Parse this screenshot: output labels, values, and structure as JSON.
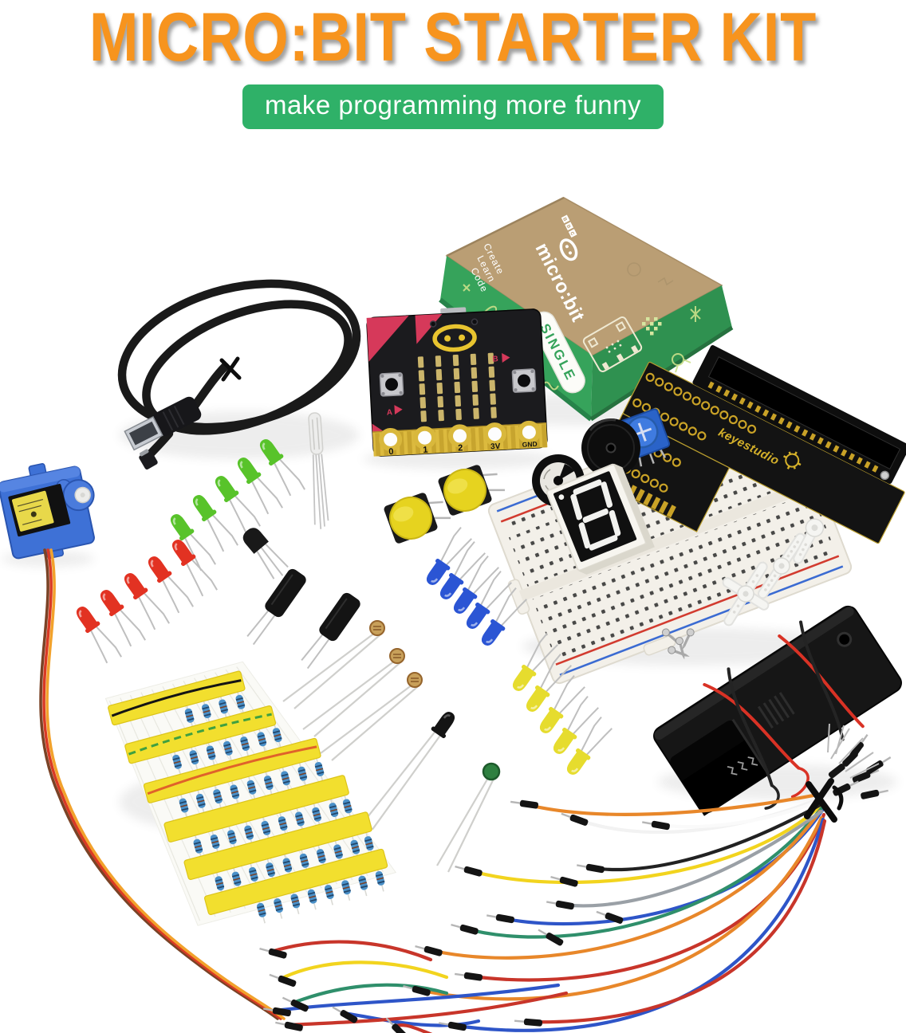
{
  "header": {
    "title": "MICRO:BIT STARTER KIT",
    "tagline": "make programming more funny"
  },
  "box": {
    "bbc": [
      "B",
      "B",
      "C"
    ],
    "brand": "micro:bit",
    "tagline_words": [
      "Create",
      "Learn",
      "Code"
    ],
    "badge": "SINGLE"
  },
  "board": {
    "pins": [
      "0",
      "1",
      "2",
      "3V",
      "GND"
    ],
    "button_labels": [
      "A",
      "B"
    ]
  },
  "shield": {
    "brand": "keyestudio"
  },
  "seven_segment_digit": "8",
  "colors": {
    "title_orange": "#F7941E",
    "banner_green": "#2FB168",
    "box_green": "#36A35B",
    "box_kraft": "#BA9E74",
    "board_black": "#1B1B1E",
    "gold": "#DCBA3E",
    "pink": "#D6395A",
    "breadboard": "#F3F0E9",
    "servo_blue": "#3E71D6",
    "led_green": "#58C32A",
    "led_red": "#E23222",
    "led_blue": "#2B55D4",
    "led_yellow": "#E6DC2E",
    "tape_yellow": "#F2DF2E",
    "resistor_blue": "#4A90C8"
  }
}
